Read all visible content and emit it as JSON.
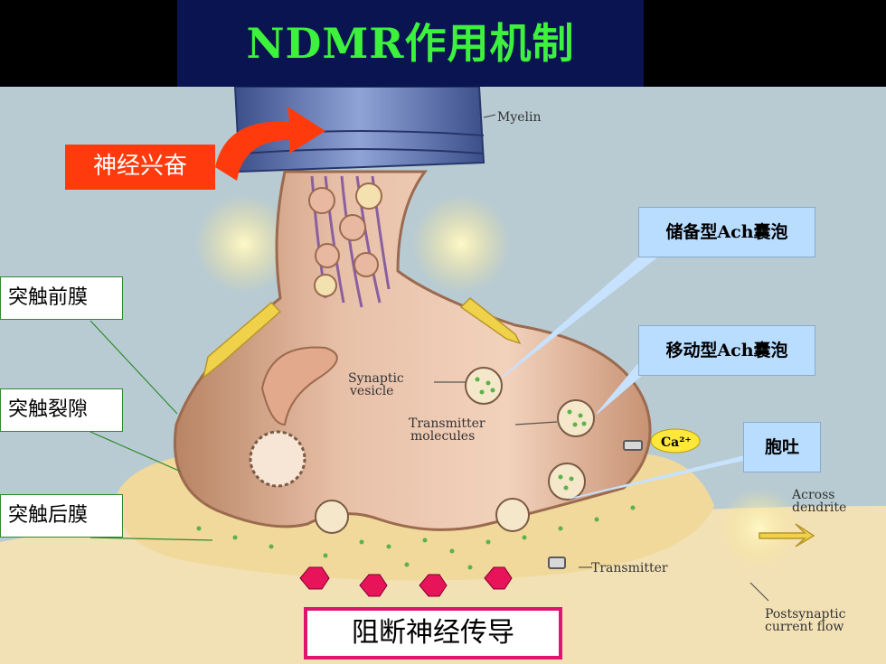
{
  "title": "NDMR作用机制",
  "callouts": {
    "nerve_excitation": "神经兴奋",
    "presynaptic_membrane": "突触前膜",
    "synaptic_cleft": "突触裂隙",
    "postsynaptic_membrane": "突触后膜",
    "reserve_ach_vesicle": "储备型Ach囊泡",
    "mobile_ach_vesicle": "移动型Ach囊泡",
    "exocytosis": "胞吐",
    "block_conduction": "阻断神经传导"
  },
  "diagram_labels": {
    "myelin": "Myelin",
    "synaptic_vesicle_1": "Synaptic",
    "synaptic_vesicle_2": "vesicle",
    "transmitter_molecules_1": "Transmitter",
    "transmitter_molecules_2": "molecules",
    "calcium": "Ca²⁺",
    "across_dendrite_1": "Across",
    "across_dendrite_2": "dendrite",
    "transmitter": "Transmitter",
    "postsynaptic_current_1": "Postsynaptic",
    "postsynaptic_current_2": "current flow"
  },
  "colors": {
    "title_bg": "#0a1450",
    "title_text": "#3cf23c",
    "background": "#b8cbd3",
    "nerve_label_bg": "#ff3b0d",
    "block_border": "#e0146e",
    "blocker_marker": "#e8145a",
    "blue_callout_bg": "#b9ddff",
    "ca_badge": "#ffe83a"
  },
  "icons": [
    "blocker-hexagon-icon",
    "red-arrow-icon",
    "yellow-flow-arrow-icon"
  ]
}
